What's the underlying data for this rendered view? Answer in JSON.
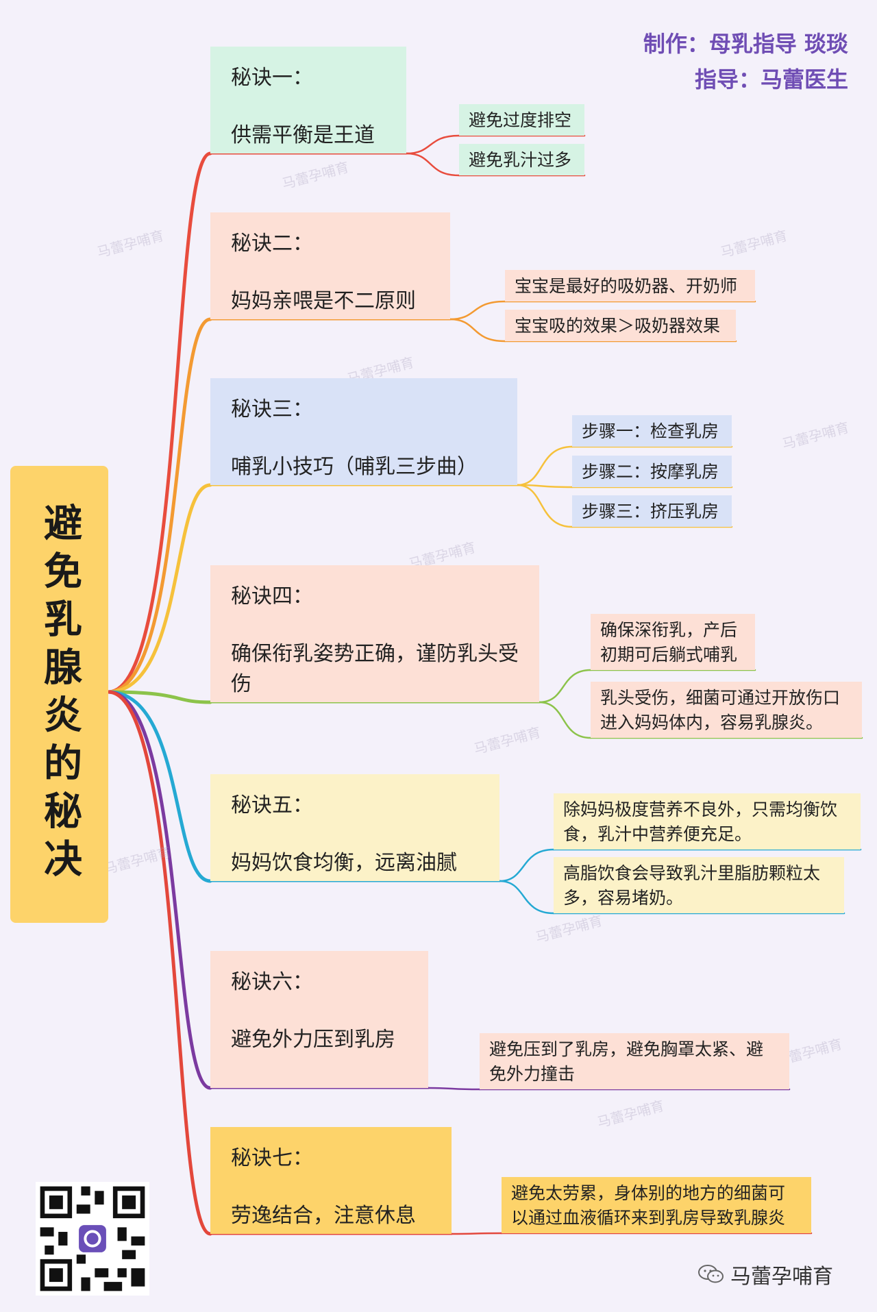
{
  "credits": {
    "line1": "制作：母乳指导 琰琰",
    "line2": "指导：马蕾医生"
  },
  "root": {
    "title": "避免乳腺炎的秘决"
  },
  "branches": [
    {
      "title": "秘诀一：",
      "subtitle": "供需平衡是王道",
      "color": "#e84c3d",
      "fill": "#d6f3e4",
      "leaves": [
        "避免过度排空",
        "避免乳汁过多"
      ]
    },
    {
      "title": "秘诀二：",
      "subtitle": "妈妈亲喂是不二原则",
      "color": "#f39a32",
      "fill": "#fde0d6",
      "leaves": [
        "宝宝是最好的吸奶器、开奶师",
        "宝宝吸的效果＞吸奶器效果"
      ]
    },
    {
      "title": "秘诀三：",
      "subtitle": "哺乳小技巧（哺乳三步曲）",
      "color": "#f6c13b",
      "fill": "#d9e2f7",
      "leaves": [
        "步骤一：检查乳房",
        "步骤二：按摩乳房",
        "步骤三：挤压乳房"
      ]
    },
    {
      "title": "秘诀四：",
      "subtitle": "确保衔乳姿势正确，谨防乳头受伤",
      "color": "#8cc34a",
      "fill": "#fde0d6",
      "leaves": [
        "确保深衔乳，产后初期可后躺式哺乳",
        "乳头受伤，细菌可通过开放伤口进入妈妈体内，容易乳腺炎。"
      ]
    },
    {
      "title": "秘诀五：",
      "subtitle": "妈妈饮食均衡，远离油腻",
      "color": "#25a9d3",
      "fill": "#fcf2c8",
      "leaves": [
        "除妈妈极度营养不良外，只需均衡饮食，乳汁中营养便充足。",
        "高脂饮食会导致乳汁里脂肪颗粒太多，容易堵奶。"
      ]
    },
    {
      "title": "秘诀六：",
      "subtitle": "避免外力压到乳房",
      "color": "#7b3aa0",
      "fill": "#fde0d6",
      "leaves": [
        "避免压到了乳房，避免胸罩太紧、避免外力撞击"
      ]
    },
    {
      "title": "秘诀七：",
      "subtitle": "劳逸结合，注意休息",
      "color": "#e3473b",
      "fill": "#fdd36a",
      "leaves": [
        "避免太劳累，身体别的地方的细菌可以通过血液循环来到乳房导致乳腺炎"
      ]
    }
  ],
  "brand": {
    "name": "马蕾孕哺育"
  },
  "watermark": {
    "text": "马蕾孕哺育"
  },
  "icons": {
    "qr": "qr-code-icon",
    "wechat": "wechat-icon"
  }
}
